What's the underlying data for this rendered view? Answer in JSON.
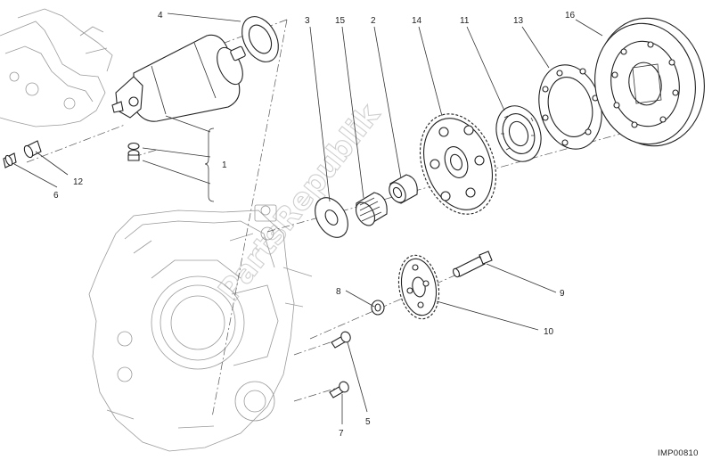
{
  "diagram": {
    "drawing_code": "IMP00810",
    "watermark": "PartsRepublik",
    "callouts": [
      {
        "id": "c1",
        "label": "1"
      },
      {
        "id": "c2",
        "label": "2"
      },
      {
        "id": "c3",
        "label": "3"
      },
      {
        "id": "c4",
        "label": "4"
      },
      {
        "id": "c5",
        "label": "5"
      },
      {
        "id": "c6",
        "label": "6"
      },
      {
        "id": "c7",
        "label": "7"
      },
      {
        "id": "c8",
        "label": "8"
      },
      {
        "id": "c9",
        "label": "9"
      },
      {
        "id": "c10",
        "label": "10"
      },
      {
        "id": "c11",
        "label": "11"
      },
      {
        "id": "c12",
        "label": "12"
      },
      {
        "id": "c13",
        "label": "13"
      },
      {
        "id": "c14",
        "label": "14"
      },
      {
        "id": "c15",
        "label": "15"
      },
      {
        "id": "c16",
        "label": "16"
      }
    ]
  }
}
